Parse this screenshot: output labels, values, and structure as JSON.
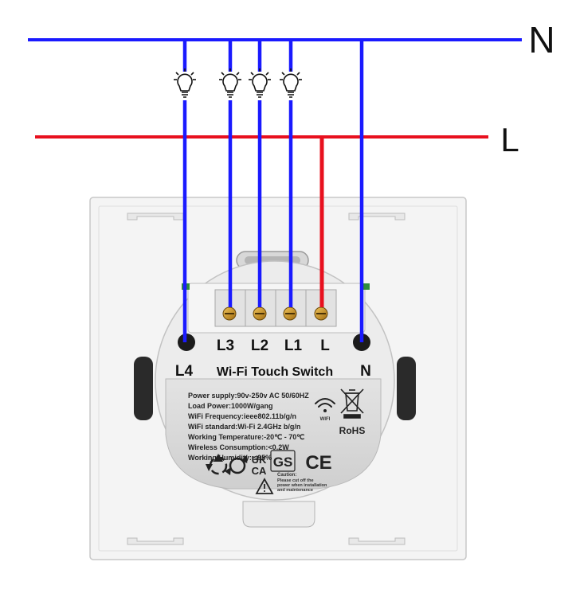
{
  "rails": {
    "neutral_label": "N",
    "live_label": "L",
    "neutral_color": "#1a1aff",
    "live_color": "#e8101e"
  },
  "terminals": {
    "l4": "L4",
    "l3": "L3",
    "l2": "L2",
    "l1": "L1",
    "l": "L",
    "n": "N"
  },
  "module_title": "Wi-Fi Touch Switch",
  "specs": [
    "Power supply:90v-250v AC  50/60HZ",
    "Load Power:1000W/gang",
    "WiFi Frequency:ieee802.11b/g/n",
    "WiFi standard:Wi-Fi 2.4GHz b/g/n",
    "Working Temperature:-20℃ - 70℃",
    "Wireless Consumption:<0.2W",
    "Working Humidity: ≤95%"
  ],
  "marks": {
    "wifi": "WIFI",
    "rohs": "RoHS",
    "ukca_top": "UK",
    "ukca_bottom": "CA",
    "gs": "GS",
    "ce": "CE"
  },
  "caution": {
    "title": "Caution:",
    "text": [
      "Please cut off the",
      "power when installation",
      "and maintenance"
    ]
  },
  "icons": [
    "bulb-icon",
    "wifi-icon",
    "crossed-bin-icon",
    "recycle-icon",
    "caution-triangle-icon"
  ]
}
